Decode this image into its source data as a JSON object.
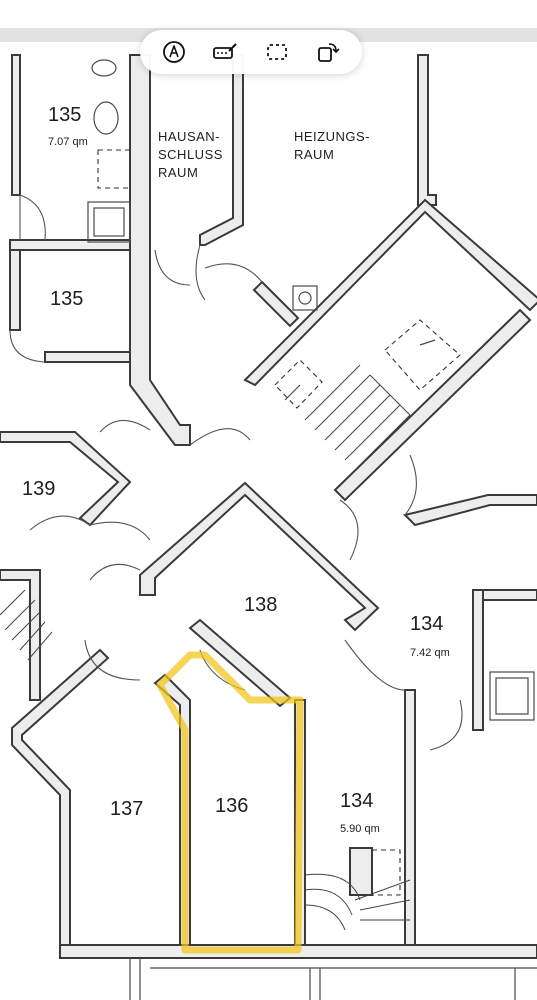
{
  "rooms": {
    "r135_top": {
      "number": "135",
      "area": "7.07 qm"
    },
    "r135_mid": {
      "number": "135"
    },
    "hausanschluss": {
      "line1": "HAUSAN-",
      "line2": "SCHLUSS",
      "line3": "RAUM"
    },
    "heizung": {
      "line1": "HEIZUNGS-",
      "line2": "RAUM"
    },
    "r139": {
      "number": "139"
    },
    "r138": {
      "number": "138"
    },
    "r134_right": {
      "number": "134",
      "area": "7.42 qm"
    },
    "r137": {
      "number": "137"
    },
    "r136": {
      "number": "136"
    },
    "r134_bottom": {
      "number": "134",
      "area": "5.90 qm"
    }
  },
  "toolbar": {
    "tools": [
      {
        "icon": "pen-tip-icon"
      },
      {
        "icon": "highlighter-icon"
      },
      {
        "icon": "selection-icon"
      },
      {
        "icon": "rotate-icon"
      }
    ]
  },
  "colors": {
    "highlight": "#f3c318",
    "wall": "#3a3a3a",
    "wall_fill": "#ededed"
  }
}
